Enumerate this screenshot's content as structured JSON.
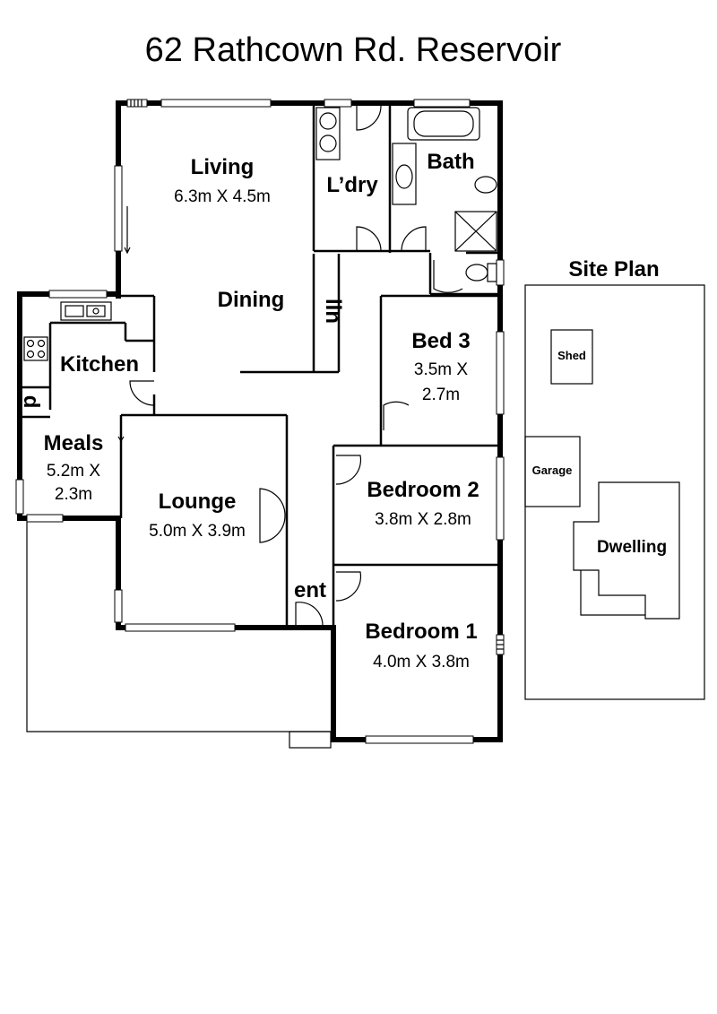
{
  "title": "62 Rathcown Rd. Reservoir",
  "rooms": {
    "living": {
      "name": "Living",
      "dim": "6.3m X 4.5m"
    },
    "dining": {
      "name": "Dining"
    },
    "laundry": {
      "name": "L’dry"
    },
    "bath": {
      "name": "Bath"
    },
    "linen": {
      "name": "lin"
    },
    "kitchen": {
      "name": "Kitchen"
    },
    "pantry": {
      "name": "p"
    },
    "meals": {
      "name": "Meals",
      "dim1": "5.2m X",
      "dim2": "2.3m"
    },
    "bed3": {
      "name": "Bed 3",
      "dim1": "3.5m X",
      "dim2": "2.7m"
    },
    "bedroom2": {
      "name": "Bedroom 2",
      "dim": "3.8m X 2.8m"
    },
    "lounge": {
      "name": "Lounge",
      "dim": "5.0m X 3.9m"
    },
    "entry": {
      "name": "ent"
    },
    "bedroom1": {
      "name": "Bedroom 1",
      "dim": "4.0m X 3.8m"
    }
  },
  "site_plan": {
    "title": "Site Plan",
    "shed": "Shed",
    "garage": "Garage",
    "dwelling": "Dwelling"
  }
}
